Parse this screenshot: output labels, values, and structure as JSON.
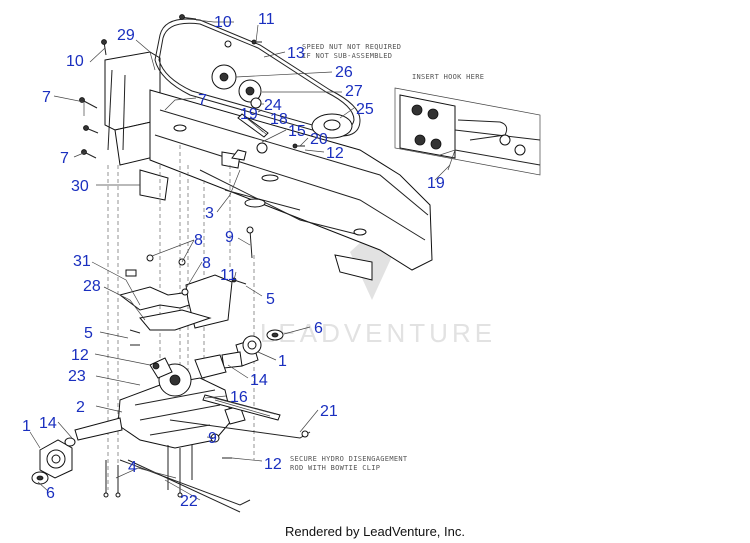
{
  "callouts": {
    "c1": "10",
    "c2": "11",
    "c3": "13",
    "c4": "29",
    "c5": "10",
    "c6": "26",
    "c7": "27",
    "c8": "7",
    "c9": "7",
    "c10": "19",
    "c11": "24",
    "c12": "18",
    "c13": "25",
    "c14": "15",
    "c15": "20",
    "c16": "12",
    "c17": "7",
    "c18": "30",
    "c19": "3",
    "c20": "19",
    "c21": "9",
    "c22": "8",
    "c23": "31",
    "c24": "8",
    "c25": "11",
    "c26": "28",
    "c27": "5",
    "c28": "5",
    "c29": "6",
    "c30": "12",
    "c31": "1",
    "c32": "23",
    "c33": "14",
    "c34": "16",
    "c35": "2",
    "c36": "21",
    "c37": "1",
    "c38": "14",
    "c39": "9",
    "c40": "12",
    "c41": "6",
    "c42": "4",
    "c43": "22"
  },
  "notes": {
    "speed_nut_1": "SPEED NUT NOT REQUIRED",
    "speed_nut_2": "IF NOT SUB-ASSEMBLED",
    "insert_hook": "INSERT HOOK HERE",
    "secure_1": "SECURE HYDRO DISENGAGEMENT",
    "secure_2": "ROD WITH BOWTIE CLIP"
  },
  "watermark": "LEADVENTURE",
  "footer": "Rendered by LeadVenture, Inc.",
  "colors": {
    "callout": "#1a2fbf",
    "line": "#222222",
    "watermark": "#e2e2e2"
  }
}
